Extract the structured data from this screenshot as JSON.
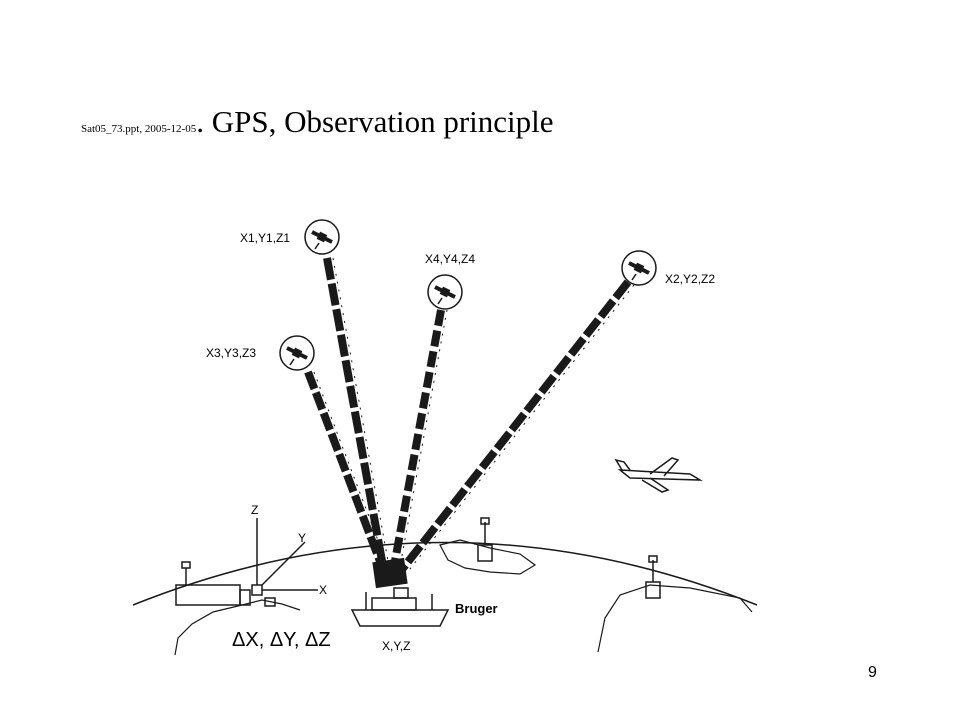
{
  "title": {
    "prefix": "Sat05_73.ppt, 2005-12-05",
    "separator": ". ",
    "main": "GPS, Observation principle"
  },
  "page_number": "9",
  "diagram": {
    "satellites": [
      {
        "id": "sat1",
        "label": "X1,Y1,Z1"
      },
      {
        "id": "sat2",
        "label": "X2,Y2,Z2"
      },
      {
        "id": "sat3",
        "label": "X3,Y3,Z3"
      },
      {
        "id": "sat4",
        "label": "X4,Y4,Z4"
      }
    ],
    "receiver_label": "X,Y,Z",
    "receiver_name": "Bruger",
    "axes": {
      "x": "X",
      "y": "Y",
      "z": "Z"
    },
    "delta_label": "ΔX, ΔY, ΔZ",
    "style": {
      "ink": "#1a1a1a"
    }
  }
}
